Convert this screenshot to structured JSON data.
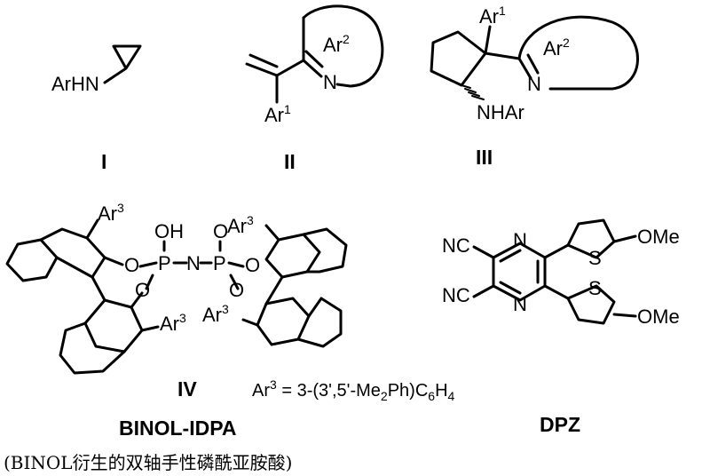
{
  "compounds": {
    "I": {
      "label": "I",
      "substituent": "ArHN"
    },
    "II": {
      "label": "II",
      "ring": "Ar",
      "ring_sup": "2",
      "aryl": "Ar",
      "aryl_sup": "1",
      "n": "N"
    },
    "III": {
      "label": "III",
      "aryl": "Ar",
      "aryl_sup": "1",
      "ring": "Ar",
      "ring_sup": "2",
      "n": "N",
      "amine": "NHAr"
    },
    "IV": {
      "label": "IV",
      "ar3": "Ar",
      "ar3_sup": "3",
      "oh": "OH",
      "p": "P",
      "n": "N",
      "o": "O",
      "definition_pre": "Ar",
      "definition_sup": "3",
      "definition_post": " = 3-(3',5'-Me",
      "definition_sub": "2",
      "definition_end": "Ph)C",
      "definition_sub2": "6",
      "definition_h": "H",
      "definition_sub3": "4"
    },
    "DPZ": {
      "label": "DPZ",
      "nc": "NC",
      "n": "N",
      "s": "S",
      "ome": "OMe"
    }
  },
  "binol_name": "BINOL-IDPA",
  "binol_caption": "(BINOL衍生的双轴手性磷酰亚胺酸)"
}
